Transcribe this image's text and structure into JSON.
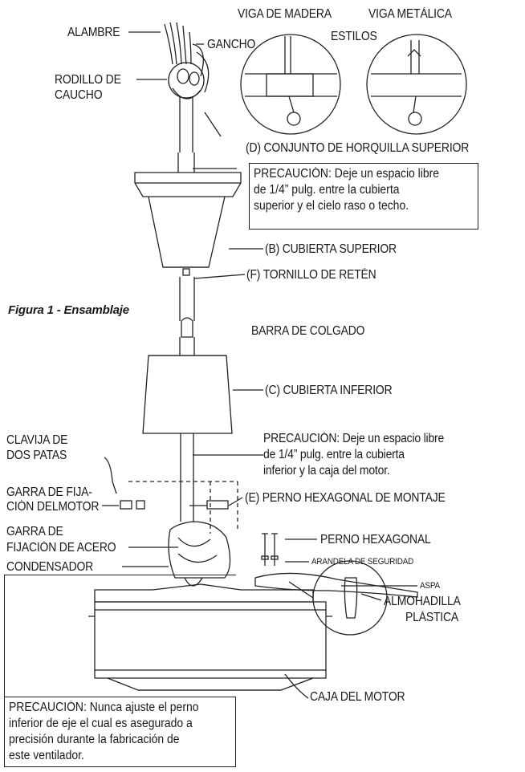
{
  "labels": {
    "alambre": "ALAMBRE",
    "gancho": "GANCHO",
    "rodillo_1": "RODILLO DE",
    "rodillo_2": "CAUCHO",
    "viga_madera": "VIGA DE MADERA",
    "viga_metalica": "VIGA METÁLICA",
    "estilos": "ESTILOS",
    "horquilla": "(D) CONJUNTO DE HORQUILLA SUPERIOR",
    "cubierta_superior": "(B) CUBIERTA SUPERIOR",
    "tornillo_reten": "(F) TORNILLO DE RETÉN",
    "figura": "Figura 1 - Ensamblaje",
    "barra": "BARRA DE COLGADO",
    "cubierta_inferior": "(C) CUBIERTA INFERIOR",
    "clavija_1": "CLAVIJA DE",
    "clavija_2": "DOS PATAS",
    "garra_motor_1": "GARRA DE FIJA-",
    "garra_motor_2": "CIÓN DELMOTOR",
    "garra_acero_1": "GARRA DE",
    "garra_acero_2": "FIJACIÓN DE ACERO",
    "condensador": "CONDENSADOR",
    "perno_montaje": "(E) PERNO HEXAGONAL DE MONTAJE",
    "perno_hex": "PERNO HEXAGONAL",
    "arandela": "ARANDELA DE SEGURIDAD",
    "aspa": "ASPA",
    "almohadilla_1": "ALMOHADILLA",
    "almohadilla_2": "PLÁSTICA",
    "caja_motor": "CAJA DEL MOTOR"
  },
  "caution_top": [
    "PRECAUCIÓN: Deje un espacio libre",
    "de 1/4” pulg. entre la cubierta",
    "superior y el cielo raso o  techo."
  ],
  "caution_mid": [
    "PRECAUCIÓN: Deje un espacio libre",
    "de 1/4” pulg. entre la cubierta",
    "inferior y la caja del motor."
  ],
  "caution_bottom": [
    "PRECAUCIÓN: Nunca ajuste el perno",
    "inferior de eje el cual es asegurado a",
    "precisión durante la fabricación de",
    "este ventilador."
  ]
}
